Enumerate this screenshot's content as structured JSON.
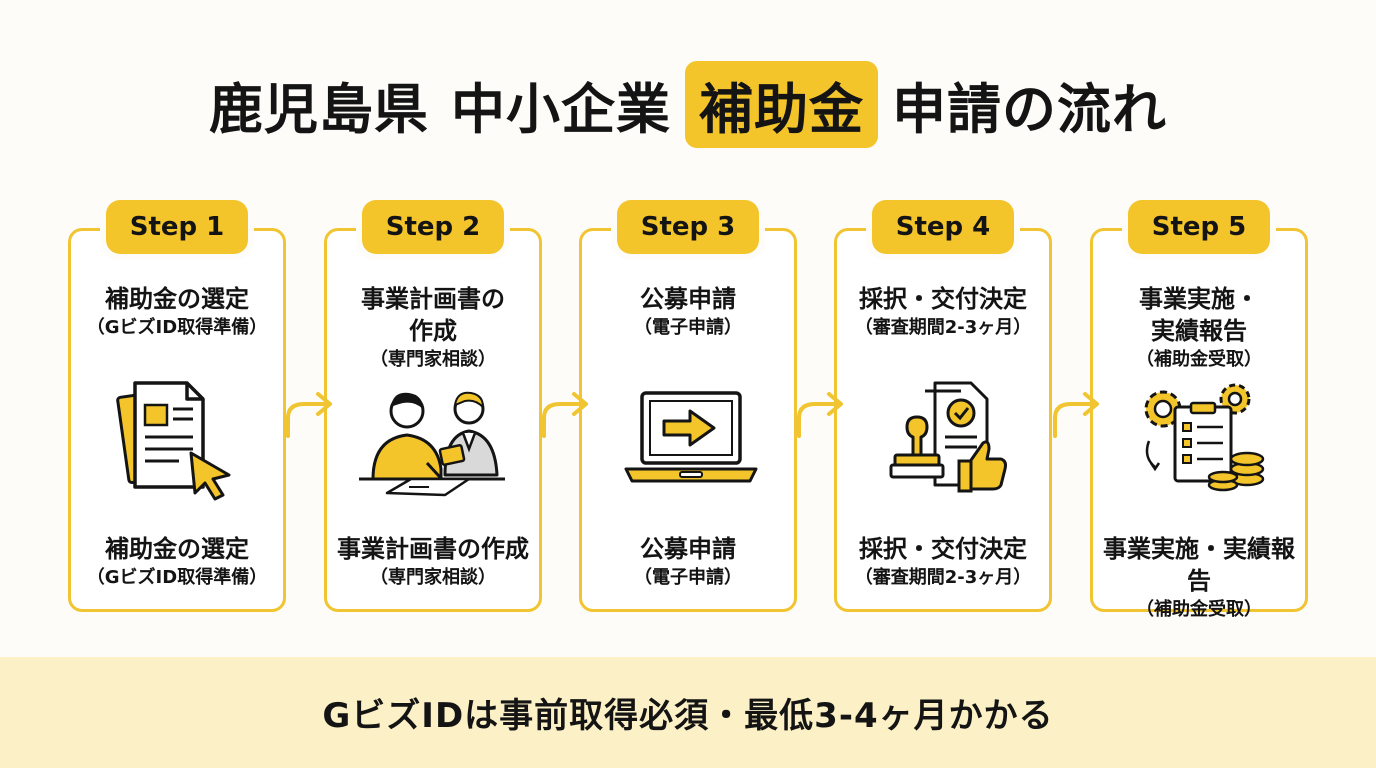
{
  "title": {
    "prefix": "鹿児島県",
    "middle": "中小企業",
    "highlight": "補助金",
    "suffix": "申請の流れ"
  },
  "steps": [
    {
      "badge": "Step 1",
      "top_title": "補助金の選定",
      "top_sub": "（GビズID取得準備）",
      "bottom_title": "補助金の選定",
      "bottom_sub": "（GビズID取得準備）",
      "icon": "document-cursor-icon"
    },
    {
      "badge": "Step 2",
      "top_title_1": "事業計画書の",
      "top_title_2": "作成",
      "top_sub": "（専門家相談）",
      "bottom_title": "事業計画書の作成",
      "bottom_sub": "（専門家相談）",
      "icon": "consultation-icon"
    },
    {
      "badge": "Step 3",
      "top_title": "公募申請",
      "top_sub": "（電子申請）",
      "bottom_title": "公募申請",
      "bottom_sub": "（電子申請）",
      "icon": "laptop-arrow-icon"
    },
    {
      "badge": "Step 4",
      "top_title": "採択・交付決定",
      "top_sub": "（審査期間2-3ヶ月）",
      "bottom_title": "採択・交付決定",
      "bottom_sub": "（審査期間2-3ヶ月）",
      "icon": "stamp-approval-icon"
    },
    {
      "badge": "Step 5",
      "top_title_1": "事業実施・",
      "top_title_2": "実績報告",
      "top_sub": "（補助金受取）",
      "bottom_title": "事業実施・実績報告",
      "bottom_sub": "（補助金受取）",
      "icon": "gears-checklist-coins-icon"
    }
  ],
  "connectors": [
    "arrow-right-icon",
    "arrow-right-icon",
    "arrow-right-icon",
    "arrow-right-icon"
  ],
  "footer": {
    "text": "GビズIDは事前取得必須・最低3-4ヶ月かかる"
  },
  "colors": {
    "accent": "#f3c52a",
    "border": "#f0c531",
    "footer_bg": "#fcf0c6",
    "text": "#141414"
  }
}
